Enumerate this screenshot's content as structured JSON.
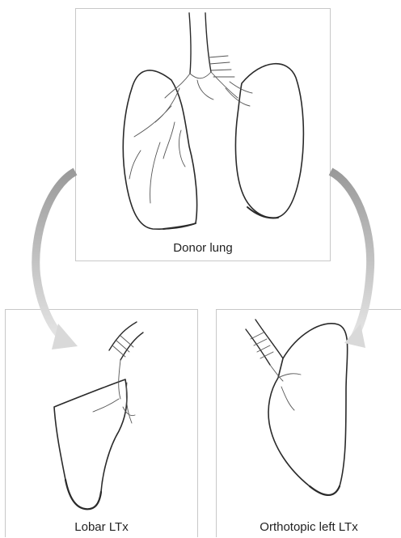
{
  "panels": {
    "donor": {
      "label": "Donor lung"
    },
    "lobar": {
      "label": "Lobar LTx"
    },
    "orthotopic": {
      "label": "Orthotopic left LTx"
    }
  },
  "colors": {
    "panel_border": "#c8c8c8",
    "arrow_gradient_start": "#9a9a9a",
    "arrow_gradient_end": "#e6e6e6",
    "line": "#2a2a2a"
  }
}
